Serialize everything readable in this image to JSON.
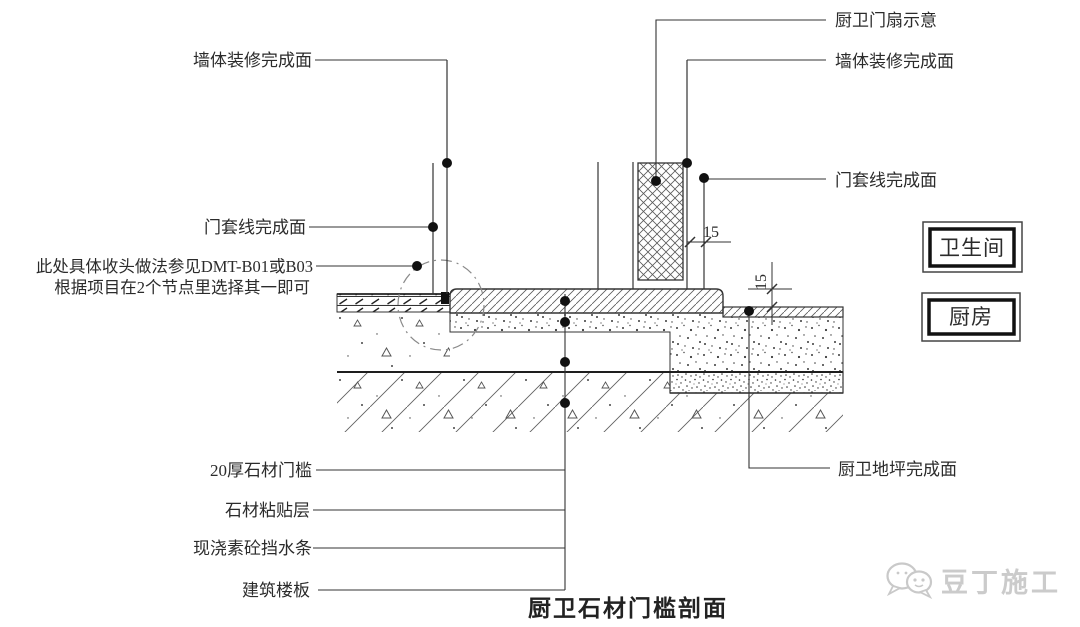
{
  "figure": {
    "title": "厨卫石材门槛剖面",
    "watermark": "豆丁施工"
  },
  "callouts": {
    "wall_finish_left": "墙体装修完成面",
    "door_casing_left": "门套线完成面",
    "note_line1": "此处具体收头做法参见DMT-B01或B03",
    "note_line2": "根据项目在2个节点里选择其一即可",
    "door_leaf": "厨卫门扇示意",
    "wall_finish_right": "墙体装修完成面",
    "door_casing_right": "门套线完成面",
    "kitchen_floor_finish": "厨卫地坪完成面",
    "stone_threshold": "20厚石材门槛",
    "stone_adhesive": "石材粘贴层",
    "concrete_waterstop": "现浇素砼挡水条",
    "structural_slab": "建筑楼板"
  },
  "rooms": {
    "bathroom": "卫生间",
    "kitchen": "厨房"
  },
  "dimensions": {
    "casing_offset_mm": "15",
    "floor_step_mm": "15"
  },
  "colors": {
    "line": "#333333",
    "background": "#ffffff",
    "watermark": "#cbcbcb"
  }
}
